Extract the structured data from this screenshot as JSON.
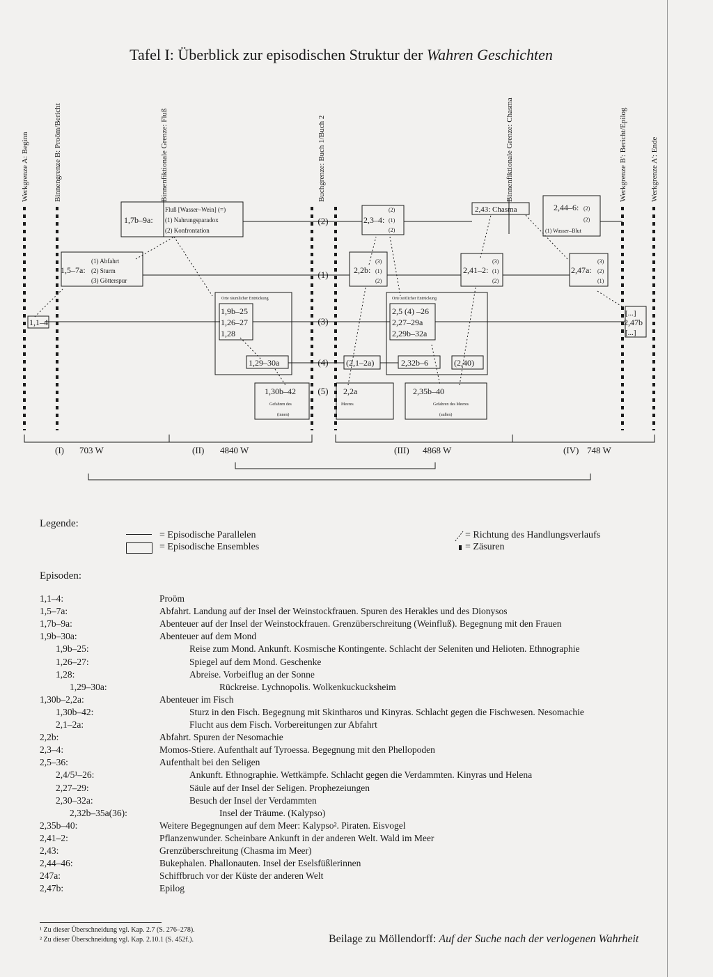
{
  "title": {
    "main": "Tafel I: Überblick zur episodischen Struktur der ",
    "italic": "Wahren Geschichten"
  },
  "boundaries": {
    "a": "Werkgrenze A: Beginn",
    "b": "Binnengrenze B: Proöm/Bericht",
    "fluss": "Binnenfiktionale Grenze: Fluß",
    "buch": "Buchgrenze: Buch 1/Buch 2",
    "chasma": "Binnenfiktionale Grenze: Chasma",
    "b2": "Werkgrenze B': Bericht/Epilog",
    "a2": "Werkgrenze A': Ende"
  },
  "levels": [
    "(1)",
    "(2)",
    "(3)",
    "(4)",
    "(5)"
  ],
  "boxes": {
    "e11": "1,1–4",
    "e15": "1,5–7a:",
    "e15_items": [
      "(1) Abfahrt",
      "(2) Sturm",
      "(3) Götterspur"
    ],
    "e17": "1,7b–9a:",
    "e17_items": [
      "Fluß [Wasser–Wein] (=)",
      "(1) Nahrungsparadox",
      "(2) Konfrontation"
    ],
    "moon_caption": "Orte räumlicher Entrückung",
    "moon_items": [
      "1,9b–25",
      "1,26–27",
      "1,28"
    ],
    "e129": "1,29–30a",
    "e130": "1,30b–42",
    "e130_caption": [
      "Gefahren des",
      "(innen)"
    ],
    "e22a": "2,2a",
    "e22a_caption": "Meeres",
    "e21": "(2,1–2a)",
    "e22b": "2,2b:",
    "e22b_marks": [
      "(3)",
      "(1)",
      "(2)"
    ],
    "e23": "2,3–4:",
    "e23_marks": [
      "(2)",
      "(1)",
      "(2)"
    ],
    "time_caption": "Orte zeitlicher Entrückung",
    "time_items": [
      "2,5 (4) –26",
      "2,27–29a",
      "2,29b–32a"
    ],
    "e232": "2,32b–6",
    "e240": "(2,40)",
    "e235": "2,35b–40",
    "e235_caption": [
      "Gefahren des Meeres",
      "(außen)"
    ],
    "e241": "2,41–2:",
    "e241_marks": [
      "(3)",
      "(1)",
      "(2)"
    ],
    "e243": "2,43: Chasma",
    "e244": "2,44–6:",
    "e244_marks": [
      "(2)",
      "(2)"
    ],
    "e244_item": "(1) Wasser–Blut",
    "e247a": "2,47a:",
    "e247a_marks": [
      "(3)",
      "(2)",
      "(1)"
    ],
    "e247b": "2,47b",
    "e247b_marks": [
      "[...]",
      "[...]"
    ]
  },
  "sections": [
    {
      "label": "(I)",
      "count": "703 W"
    },
    {
      "label": "(II)",
      "count": "4840 W"
    },
    {
      "label": "(III)",
      "count": "4868 W"
    },
    {
      "label": "(IV)",
      "count": "748 W"
    }
  ],
  "legend": {
    "heading": "Legende:",
    "parallels": "= Episodische Parallelen",
    "ensembles": "= Episodische Ensembles",
    "direction": "= Richtung des Handlungsverlaufs",
    "caesura": "= Zäsuren"
  },
  "episodes_heading": "Episoden:",
  "episodes": [
    {
      "code": "1,1–4:",
      "desc": "Proöm",
      "indent": 0
    },
    {
      "code": "1,5–7a:",
      "desc": "Abfahrt. Landung auf der Insel der Weinstockfrauen. Spuren des Herakles und des Dionysos",
      "indent": 0
    },
    {
      "code": "1,7b–9a:",
      "desc": "Abenteuer auf der Insel der Weinstockfrauen. Grenzüberschreitung (Weinfluß). Begegnung mit den Frauen",
      "indent": 0
    },
    {
      "code": "1,9b–30a:",
      "desc": "Abenteuer auf dem Mond",
      "indent": 0
    },
    {
      "code": "1,9b–25:",
      "desc": "Reise zum Mond. Ankunft. Kosmische Kontingente. Schlacht der Seleniten und Helioten. Ethnographie",
      "indent": 1
    },
    {
      "code": "1,26–27:",
      "desc": "Spiegel auf dem Mond. Geschenke",
      "indent": 1
    },
    {
      "code": "1,28:",
      "desc": "Abreise. Vorbeiflug an der Sonne",
      "indent": 1
    },
    {
      "code": "1,29–30a:",
      "desc": "Rückreise. Lychnopolis. Wolkenkuckucksheim",
      "indent": 2
    },
    {
      "code": "1,30b–2,2a:",
      "desc": "Abenteuer im Fisch",
      "indent": 0
    },
    {
      "code": "1,30b–42:",
      "desc": "Sturz in den Fisch. Begegnung mit Skintharos und Kinyras. Schlacht gegen die Fischwesen. Nesomachie",
      "indent": 1
    },
    {
      "code": "2,1–2a:",
      "desc": "Flucht aus dem Fisch. Vorbereitungen zur Abfahrt",
      "indent": 1
    },
    {
      "code": "2,2b:",
      "desc": "Abfahrt. Spuren der Nesomachie",
      "indent": 0
    },
    {
      "code": "2,3–4:",
      "desc": "Momos-Stiere. Aufenthalt auf Tyroessa. Begegnung mit den Phellopoden",
      "indent": 0
    },
    {
      "code": "2,5–36:",
      "desc": "Aufenthalt bei den Seligen",
      "indent": 0
    },
    {
      "code": "2,4/5¹–26:",
      "desc": "Ankunft. Ethnographie. Wettkämpfe. Schlacht gegen die Verdammten. Kinyras und Helena",
      "indent": 1
    },
    {
      "code": "2,27–29:",
      "desc": "Säule auf der Insel der Seligen. Prophezeiungen",
      "indent": 1
    },
    {
      "code": "2,30–32a:",
      "desc": "Besuch der Insel der Verdammten",
      "indent": 1
    },
    {
      "code": "2,32b–35a(36):",
      "desc": "Insel der Träume. (Kalypso)",
      "indent": 2
    },
    {
      "code": "2,35b–40:",
      "desc": "Weitere Begegnungen auf dem Meer: Kalypso². Piraten. Eisvogel",
      "indent": 0
    },
    {
      "code": "2,41–2:",
      "desc": "Pflanzenwunder. Scheinbare Ankunft in der anderen Welt. Wald im Meer",
      "indent": 0
    },
    {
      "code": "2,43:",
      "desc": "Grenzüberschreitung (Chasma im Meer)",
      "indent": 0
    },
    {
      "code": "2,44–46:",
      "desc": "Bukephalen. Phallonauten. Insel der Eselsfüßlerinnen",
      "indent": 0
    },
    {
      "code": "247a:",
      "desc": "Schiffbruch vor der Küste der anderen Welt",
      "indent": 0
    },
    {
      "code": "2,47b:",
      "desc": "Epilog",
      "indent": 0
    }
  ],
  "footnotes": [
    "¹ Zu dieser Überschneidung vgl. Kap. 2.7 (S. 276–278).",
    "² Zu dieser Überschneidung vgl. Kap. 2.10.1 (S. 452f.)."
  ],
  "supplement": {
    "text": "Beilage zu Möllendorff: ",
    "italic": "Auf der Suche nach der verlogenen Wahrheit"
  }
}
